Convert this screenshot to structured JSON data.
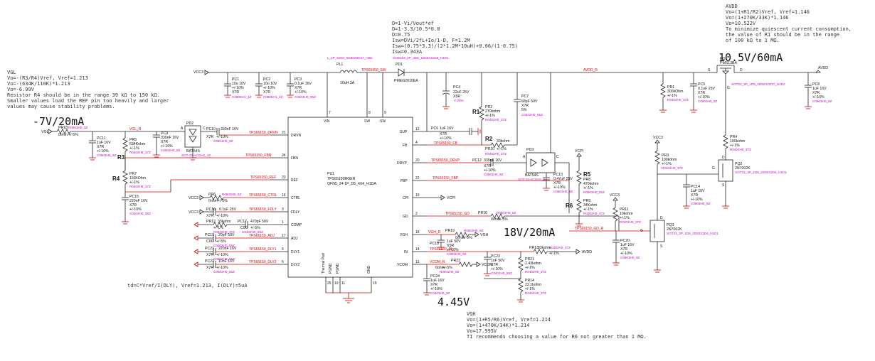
{
  "notes": {
    "vgl": [
      "VGL",
      "Vo=-(R3/R4)Vref, Vref=1.213",
      "Vo=-(634K/110K)*1.213",
      "Vo=-6.99V",
      "Resistor R4 should be in the range 39 kΩ to 150 kΩ.",
      "Smaller values load the REF pin too heavily and larger",
      "values may cause stability problems."
    ],
    "boost": [
      "D=1-Vi/Vout*ef",
      "D=1-3.3/10.5*0.8",
      "D=0.75",
      "Isw=DVi/2fL+Io/1-D, F=1.2M",
      "Isw=(0.75*3.3)/(2*1.2M*10uH)+0.06/(1-0.75)",
      "Isw=0.343A"
    ],
    "avdd": [
      "AVDD",
      "Vo=(1+R1/R2)Vref, Vref=1.146",
      "Vo=(1+270K/33K)*1.146",
      "Vo=10.522V",
      "To minimize quiescent current consumption,",
      "the value of R1 should be in the range",
      "of 100 kΩ to 1 MΩ."
    ],
    "vgh": [
      "VGH",
      "Vo=(1+R5/R6)Vref, Vref=1.214",
      "Vo=(1+470K/34K)*1.214",
      "Vo=17.995V",
      "TI recommends choosing a value for R6 not greater than 1 MΩ."
    ],
    "td": "td=C*Vref/I(DLY),  Vref=1.213, I(DLY)=5uA"
  },
  "rails": {
    "vgl": "-7V/20mA",
    "avdd": "10.5V/60mA",
    "vgh": "18V/20mA",
    "vcom": "4.45V"
  },
  "ic": {
    "ref": "PU1",
    "part": "TPS65150RGER",
    "pkg": "QFN5_24-1P_D5_4X4_H1DA",
    "left_pins": [
      {
        "name": "DRVN",
        "num": "21"
      },
      {
        "name": "FBN",
        "num": "24"
      },
      {
        "name": "REF",
        "num": "23"
      },
      {
        "name": "CTRL",
        "num": "16"
      },
      {
        "name": "FDLY",
        "num": "3"
      },
      {
        "name": "COMP",
        "num": "1"
      },
      {
        "name": "ADJ",
        "num": "17"
      },
      {
        "name": "DLY1",
        "num": "5"
      },
      {
        "name": "DLY2",
        "num": "6"
      }
    ],
    "right_pins": [
      {
        "name": "SUP",
        "num": "12"
      },
      {
        "name": "FB",
        "num": "4"
      },
      {
        "name": "DRVP",
        "num": "20"
      },
      {
        "name": "FBP",
        "num": "22"
      },
      {
        "name": "CPI",
        "num": "19"
      },
      {
        "name": "GD",
        "num": "2"
      },
      {
        "name": "VGH",
        "num": "18"
      },
      {
        "name": "IN",
        "num": "14"
      },
      {
        "name": "VCOM",
        "num": "13"
      }
    ],
    "top_pins": [
      {
        "name": "VIN",
        "num": "7"
      },
      {
        "name": "SW",
        "num": "8"
      },
      {
        "name": "SW",
        "num": "9"
      }
    ],
    "bottom_pins": [
      {
        "name": "Thermal Pad",
        "num": "25"
      },
      {
        "name": "PGND",
        "num": "10"
      },
      {
        "name": "PGND",
        "num": "11"
      },
      {
        "name": "GND",
        "num": "15"
      }
    ]
  },
  "nets": {
    "vcc3": "VCC3",
    "vgl": "VGL",
    "vgl_r": "VGL_R",
    "avdd": "AVDD",
    "avdd_r": "AVDD_R",
    "vcpi": "VCPI",
    "vgh": "VGH",
    "vgh_r": "VGH_R",
    "vcom": "VCOM",
    "vcom_r": "VCOM_R",
    "tps_sw": "TPS65150_SW",
    "tps_drvn": "TPS65150_DRVN",
    "tps_fbn": "TPS65150_FBN",
    "tps_ref": "TPS65150_REF",
    "tps_ctrl": "TPS65150_CTRL",
    "tps_fdly": "TPS65150_FDLY",
    "tps_adj": "TPS65150_ADJ",
    "tps_dly1": "TPS65150_DLY1",
    "tps_dly2": "TPS65150_DLY2",
    "tps_fb": "TPS65150_FB",
    "tps_drvp": "TPS65150_DRVP",
    "tps_fbp": "TPS65150_FBP",
    "tps_gd": "TPS65150_GD",
    "tps_in": "TPS65150_IN",
    "tps_gd_r": "TPS65150_GD_R"
  },
  "regions": {
    "r1": "R1",
    "r2": "R2",
    "r3": "R3",
    "r4": "R4",
    "r5": "R5",
    "r6": "R6"
  },
  "parts": {
    "pl1": {
      "ref": "PL1",
      "val": "10uH 3A",
      "pkg": "L_2P_5D54_6D86X6D47_H0D"
    },
    "pd1": {
      "ref": "PD1",
      "val": "PMEG2010EA",
      "pkg": "SOD323_2P_2D5_1D25X1D25_H1D1"
    },
    "pq1": {
      "ref": "PQ1",
      "val": "PMS13BA",
      "pkg": "SOT23_3P_1D9_2D92X2D37_H1D2"
    },
    "pq2": {
      "ref": "PQ2",
      "val": "2N7002K",
      "pkg": "SOT23_3P_1D9_2D92X2D4_H1D1"
    },
    "pq3": {
      "ref": "PQ3",
      "val": "2N7002K",
      "pkg": "SOT23_3P_1D9_2D92X2D4_H1D1"
    },
    "pd2": {
      "ref": "PD2",
      "val": "BAT54S",
      "pkg": "SOT-23-ACGH1_1Z"
    },
    "pd3": {
      "ref": "PD3",
      "val": "BAT54S",
      "pkg": "SOT-23-ACGH1_1Z"
    },
    "pc1": {
      "ref": "PC1",
      "l1": "10u 10V",
      "l2": "+/-10%",
      "l3": "X7R",
      "l4": "C0805H1_4Z"
    },
    "pc2": {
      "ref": "PC2",
      "l1": "10u 10V",
      "l2": "+/-10%",
      "l3": "X7R",
      "l4": "C0805H1_4Z"
    },
    "pc3": {
      "ref": "PC3",
      "l1": "0.1uF 16V",
      "l2": "X7R",
      "l3": "+/-10%",
      "l4": "C0402H0_55Z"
    },
    "pc4": {
      "ref": "PC4",
      "l1": "22uF 25V",
      "l2": "X5R",
      "l3": "+/-20%",
      "l4": ""
    },
    "pc5": {
      "ref": "PC5",
      "l1": "0.1uF 25V",
      "l2": "X7R",
      "l3": "+/-10%",
      "l4": "C0603H0_9Z"
    },
    "pc6": {
      "ref": "PC6",
      "l1": "1uF 16V",
      "l2": "X7R",
      "l3": "+/-10%",
      "l4": "C0603H0_9Z"
    },
    "pc7": {
      "ref": "PC7",
      "l1": "68pF 50V",
      "l2": "X7R",
      "l3": "5%",
      "l4": "C0402H0_55Z"
    },
    "pc8": {
      "ref": "PC8",
      "l1": "1uF 16V",
      "l2": "X7R",
      "l3": "+/-10%",
      "l4": "C0603H0_9Z"
    },
    "pc9": {
      "ref": "PC9",
      "l1": "330nF 16V",
      "l2": "X7R",
      "l3": "+/-10%",
      "l4": "C0603H0_9Z"
    },
    "pc10": {
      "ref": "PC10",
      "l1": "330nF 16V",
      "l2": "X7R",
      "l3": "+/-10%",
      "l4": "C0603H0_9Z"
    },
    "pc11": {
      "ref": "PC11",
      "l1": "1uF 16V",
      "l2": "X7R",
      "l3": "+/-10%",
      "l4": "C0603H0_9Z"
    },
    "pc12": {
      "ref": "PC12",
      "l1": "330nF 16V",
      "l2": "X7R",
      "l3": "+/-10%",
      "l4": "C0603H0_9Z"
    },
    "pc13": {
      "ref": "PC13",
      "l1": "0.47uF 25V",
      "l2": "X7R",
      "l3": "+/-10%",
      "l4": "C0603H0_9Z"
    },
    "pc14": {
      "ref": "PC14",
      "l1": "1uF 16V",
      "l2": "X7R",
      "l3": "+/-10%",
      "l4": "C0603H0_9Z"
    },
    "pc15": {
      "ref": "PC15",
      "l1": "220nF 16V",
      "l2": "X7R",
      "l3": "+/-10%",
      "l4": "C0402H0_55Z"
    },
    "pc16": {
      "ref": "PC16",
      "l1": "0.1uF 25V",
      "l2": "X7R",
      "l3": "+/-10%",
      "l4": "C0402H0_55Z"
    },
    "pc17": {
      "ref": "PC17",
      "l1": "470pF 50V",
      "l2": "C0G",
      "l3": "+/-5%",
      "l4": "C0402H0_55Z"
    },
    "pc18": {
      "ref": "PC18",
      "l1": "1uF 50V",
      "l2": "X5R",
      "l3": "+/-10%",
      "l4": "C0603H0_9Z"
    },
    "pc19": {
      "ref": "PC19",
      "l1": "20pF 50V",
      "l2": "C0G",
      "l3": "+/-5%",
      "l4": "C0402H0_55Z"
    },
    "pc20": {
      "ref": "PC20",
      "l1": "1uF 16V",
      "l2": "X7R",
      "l3": "+/-10%",
      "l4": "C0603H0_9Z"
    },
    "pc21": {
      "ref": "PC21",
      "l1": "220nF 16V",
      "l2": "X7R",
      "l3": "+/-10%",
      "l4": "C0402H0_55Z"
    },
    "pc22": {
      "ref": "PC22",
      "l1": "10nF 16V",
      "l2": "X7R",
      "l3": "+/-10%",
      "l4": "C0402H0_55Z"
    },
    "pc23": {
      "ref": "PC23",
      "l1": "1nF 50V",
      "l2": "X7R",
      "l3": "+/-10%",
      "l4": "C0402H0_55Z"
    },
    "pc24": {
      "ref": "PC24",
      "l1": "1uF 16V",
      "l2": "X7R",
      "l3": "+/-10%",
      "l4": "C0603H0_9Z"
    },
    "pr1": {
      "ref": "PR1",
      "l1": "300kOhm",
      "l2": "+/-1%",
      "l3": "R0402H0_37Z"
    },
    "pr2": {
      "ref": "PR2",
      "l1": "270kohm",
      "l2": "+/-1%",
      "l3": "R0402H0_37Z"
    },
    "pr3": {
      "ref": "PR3",
      "l1": "100kohm",
      "l2": "+/-1%",
      "l3": "R0402H0_37Z"
    },
    "pr4": {
      "ref": "PR4",
      "l1": "100kohm",
      "l2": "+/-1%",
      "l3": "R0402H0_37Z"
    },
    "pr5": {
      "ref": "PR5",
      "l1": "634Kohm",
      "l2": "+/-1%",
      "l3": "R0402H0_37Z"
    },
    "pr6": {
      "ref": "PR6",
      "l1": "0ohm",
      "l2": "+/-5%",
      "l3": "R0603H0_5Z"
    },
    "pr7": {
      "ref": "PR7",
      "l1": "110KOhm",
      "l2": "+/-1%",
      "l3": "R0402H0_37Z"
    },
    "pr8": {
      "ref": "PR8",
      "l1": "470kohm",
      "l2": "+/-1%",
      "l3": "R0603H0_55Z"
    },
    "pr9": {
      "ref": "PR9",
      "l1": "34Kohm",
      "l2": "+/-1%",
      "l3": "R0402H0_37Z"
    },
    "pr10": {
      "ref": "PR10",
      "l1": "33kohm",
      "l2": "+/-1%",
      "l3": "R0402H0_37Z"
    },
    "pr11": {
      "ref": "PR11",
      "l1": "10kohm",
      "l2": "+/-1%",
      "l3": "R0402H0_37Z"
    },
    "pr12": {
      "ref": "PR12",
      "l1": "33kohm",
      "l2": "+/-1%",
      "l3": "R0402H0_37Z"
    },
    "pr13": {
      "ref": "PR13",
      "l1": "33kohm",
      "l2": "+/-1%",
      "l3": "R0402H0_37Z"
    },
    "pr14": {
      "ref": "PR14",
      "l1": "22.1kohm",
      "l2": "+/-1%",
      "l3": "R0402H0_37Z"
    },
    "pr15": {
      "ref": "PR15",
      "l1": "0ohm",
      "l2": "+/-5%",
      "l3": "R0603H0_5Z"
    },
    "pr16": {
      "ref": "PR16",
      "l1": "0ohm",
      "l2": "+/-5%",
      "l3": "R0603H0_5Z"
    },
    "pr18": {
      "ref": "PR18",
      "l1": "0ohm",
      "l2": "+/-5%",
      "l3": "R0603H0_5Z"
    },
    "pr19": {
      "ref": "PR19",
      "l1": "0ohm",
      "l2": "+/-5%",
      "l3": "R0603H0_5Z"
    },
    "pr20": {
      "ref": "PR20",
      "l1": "0ohm",
      "l2": "+/-5%",
      "l3": "R0603H0_5Z"
    },
    "pr21": {
      "ref": "PR21",
      "l1": "2.43kohm",
      "l2": "+/-1%",
      "l3": "R0402H0_37Z"
    },
    "pr22": {
      "ref": "PR22",
      "l1": "0ohm",
      "l2": "+/-5%",
      "l3": "R0603H0_5Z"
    }
  },
  "pin_labels": {
    "g": "G",
    "d": "D",
    "s": "S",
    "a": "A",
    "c": "C"
  }
}
